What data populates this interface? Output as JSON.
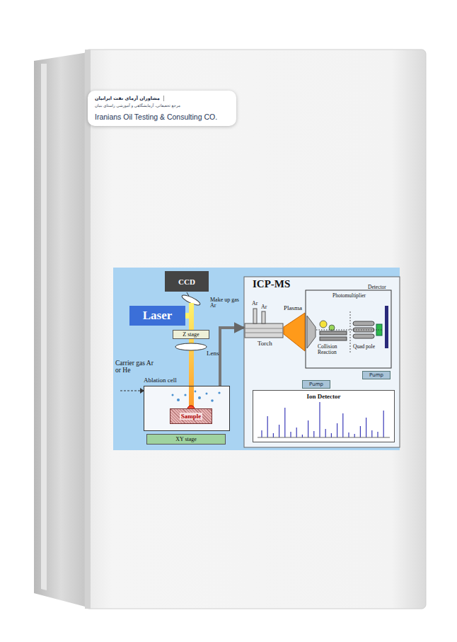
{
  "diagram": {
    "nodes": [
      {
        "text": [
          "مشاوران آزمای نفت ایرانیان",
          "مرجع تحقیقاتی، آزمایشگاهی و آموزشی راستای بنیان",
          "Iranians Oil Testing & Consulting CO."
        ]
      },
      {
        "text": [
          "CCD"
        ]
      },
      {
        "text": [
          "Laser"
        ]
      },
      {
        "text": [
          "Z stage"
        ]
      },
      {
        "text": [
          "Ablation cell"
        ]
      },
      {
        "text": [
          "Sample"
        ],
        "in": 4
      },
      {
        "text": [
          "XY stage"
        ]
      },
      {
        "text": [
          "ICP-MS"
        ]
      },
      {
        "text": [
          "Pump"
        ],
        "in": 7
      },
      {
        "text": [
          "Pump"
        ],
        "in": 7
      },
      {
        "text": [
          "Ion Detector"
        ],
        "in": 7
      }
    ],
    "edges": [
      {
        "from": 4,
        "to": 7,
        "arrow": "to"
      }
    ],
    "labels": [
      "Lens",
      "Carrier gas Ar or He",
      "Make up gas Ar",
      "Ar",
      "Ar",
      "Plasma",
      "Torch",
      "Photomultiplier",
      "Detector",
      "Collision Reaction",
      "Quad pole"
    ]
  }
}
